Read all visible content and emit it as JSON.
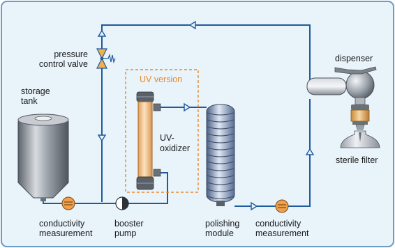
{
  "labels": {
    "pressure_valve_line1": "pressure",
    "pressure_valve_line2": "control valve",
    "storage_tank_line1": "storage",
    "storage_tank_line2": "tank",
    "uv_version": "UV version",
    "uv_oxidizer_line1": "UV-",
    "uv_oxidizer_line2": "oxidizer",
    "dispenser": "dispenser",
    "sterile_filter": "sterile filter",
    "conductivity_left_line1": "conductivity",
    "conductivity_left_line2": "measurement",
    "booster_pump_line1": "booster",
    "booster_pump_line2": "pump",
    "polishing_module_line1": "polishing",
    "polishing_module_line2": "module",
    "conductivity_right_line1": "conductivity",
    "conductivity_right_line2": "measurement"
  },
  "colors": {
    "background": "#e8f3fa",
    "frame": "#6a9cc9",
    "pipe": "#1f5a9e",
    "uv_box": "#e8892a",
    "meter": "#f0a04a",
    "tank": "#8a9098",
    "polisher": "#6a7ea0",
    "uv_tube": "#f5c98a"
  }
}
